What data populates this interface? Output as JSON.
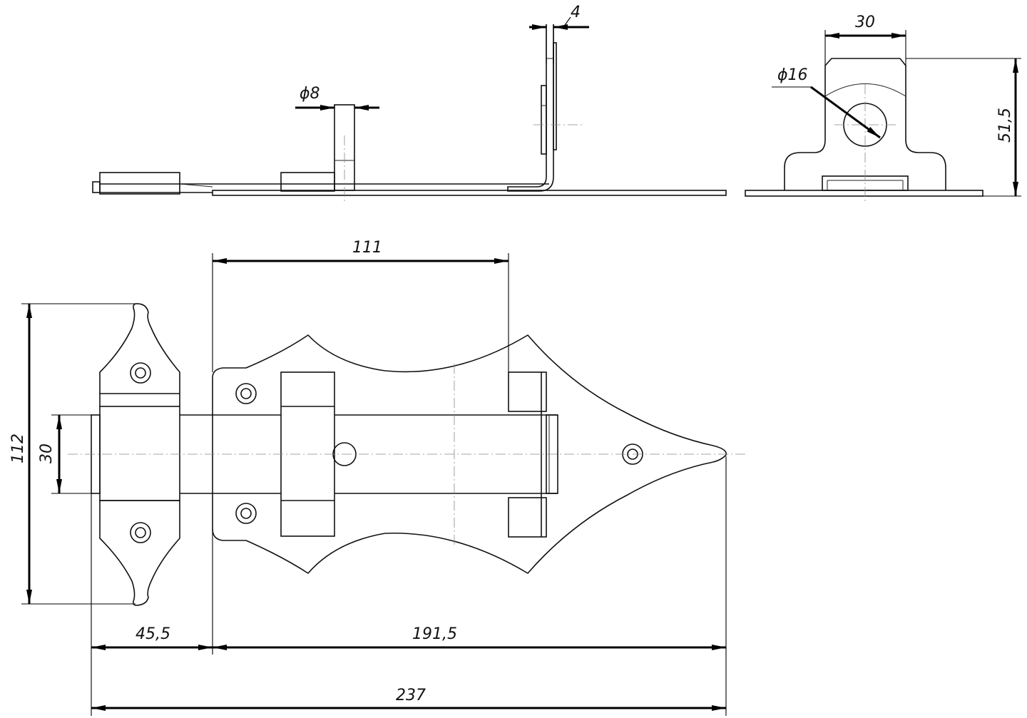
{
  "drawing": {
    "dimensions": {
      "wall_thickness": "4",
      "pin_diameter": "ϕ8",
      "bracket_width": "30",
      "hole_diameter": "ϕ16",
      "bracket_height": "51,5",
      "bolt_travel": "111",
      "overall_height": "112",
      "bolt_width": "30",
      "keeper_offset": "45,5",
      "plate_length": "191,5",
      "overall_length": "237"
    }
  }
}
